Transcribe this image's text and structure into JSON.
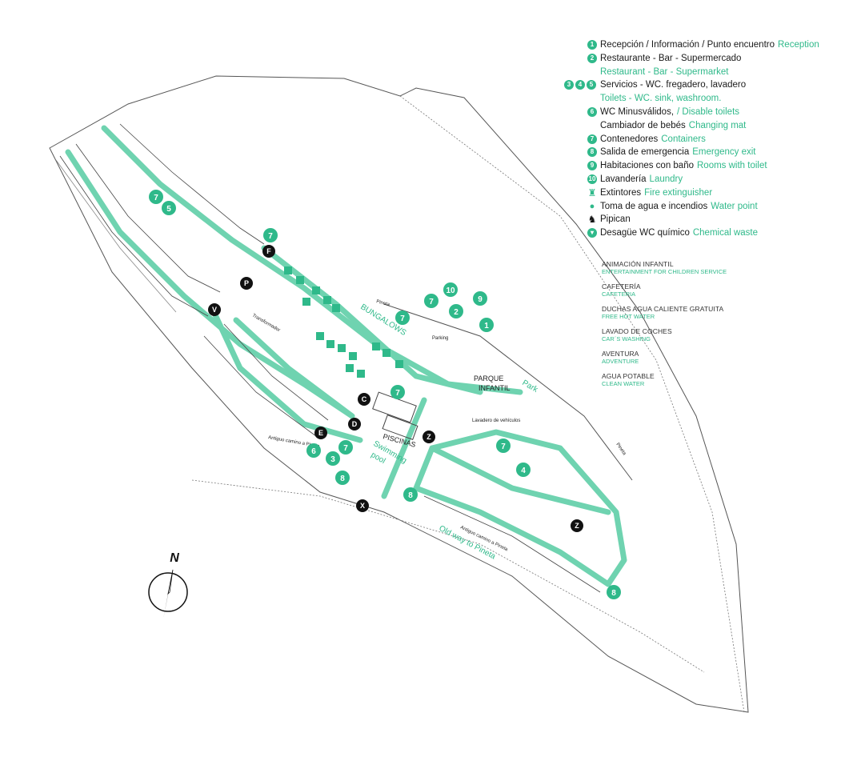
{
  "legend": [
    {
      "icon": "1",
      "es": "Recepción / Información / Punto encuentro",
      "en": "Reception"
    },
    {
      "icon": "2",
      "es": "Restaurante - Bar - Supermercado",
      "en": ""
    },
    {
      "icon": "",
      "es": "",
      "en": "Restaurant - Bar - Supermarket"
    },
    {
      "icon": "345",
      "es": "Servicios - WC. fregadero, lavadero",
      "en": ""
    },
    {
      "icon": "",
      "es": "",
      "en": "Toilets - WC. sink, washroom."
    },
    {
      "icon": "6",
      "es": "WC Minusválidos,",
      "en": "/ Disable toilets"
    },
    {
      "icon": "",
      "es": "Cambiador de bebés",
      "en": "Changing mat"
    },
    {
      "icon": "7",
      "es": "Contenedores",
      "en": "Containers"
    },
    {
      "icon": "8",
      "es": "Salida de emergencia",
      "en": "Emergency exit"
    },
    {
      "icon": "9",
      "es": "Habitaciones con baño",
      "en": "Rooms with toilet"
    },
    {
      "icon": "10",
      "es": "Lavandería",
      "en": "Laundry"
    },
    {
      "icon": "ext",
      "es": "Extintores",
      "en": "Fire extinguisher"
    },
    {
      "icon": "drop",
      "es": "Toma de agua e incendios",
      "en": "Water point"
    },
    {
      "icon": "dog",
      "es": "Pipican",
      "en": ""
    },
    {
      "icon": "waste",
      "es": "Desagüe WC químico",
      "en": "Chemical waste"
    }
  ],
  "services": [
    {
      "es": "ANIMACIÓN INFANTIL",
      "en": "ENTERTAINMENT FOR CHILDREN SERVICE"
    },
    {
      "es": "CAFETERÍA",
      "en": "CAFETERIA"
    },
    {
      "es": "DUCHAS AGUA CALIENTE GRATUITA",
      "en": "FREE HOT WATER"
    },
    {
      "es": "LAVADO DE COCHES",
      "en": "CAR´S WASHING"
    },
    {
      "es": "AVENTURA",
      "en": "ADVENTURE"
    },
    {
      "es": "AGUA POTABLE",
      "en": "CLEAN WATER"
    }
  ],
  "map_labels": {
    "bungalows": "BUNGALOWS",
    "piscinas": "PISCINAS",
    "swimming": "Swimming",
    "pool": "pool",
    "parque": "PARQUE",
    "infantil": "INFANTIL",
    "park": "Park",
    "parking": "Parking",
    "lavadero": "Lavadero de vehículos",
    "transformador": "Transformador",
    "old_way": "Old way to Pineta",
    "antiguo_camino": "Antiguo camino a Pineta",
    "north": "N",
    "river_1": "Pineta",
    "river_2": "Pineta"
  },
  "letters": [
    "F",
    "P",
    "V",
    "C",
    "D",
    "E",
    "X",
    "Z",
    "Z"
  ],
  "colors": {
    "accent": "#2fb98a",
    "text": "#1a1a1a",
    "road": "#6fd3b0"
  }
}
